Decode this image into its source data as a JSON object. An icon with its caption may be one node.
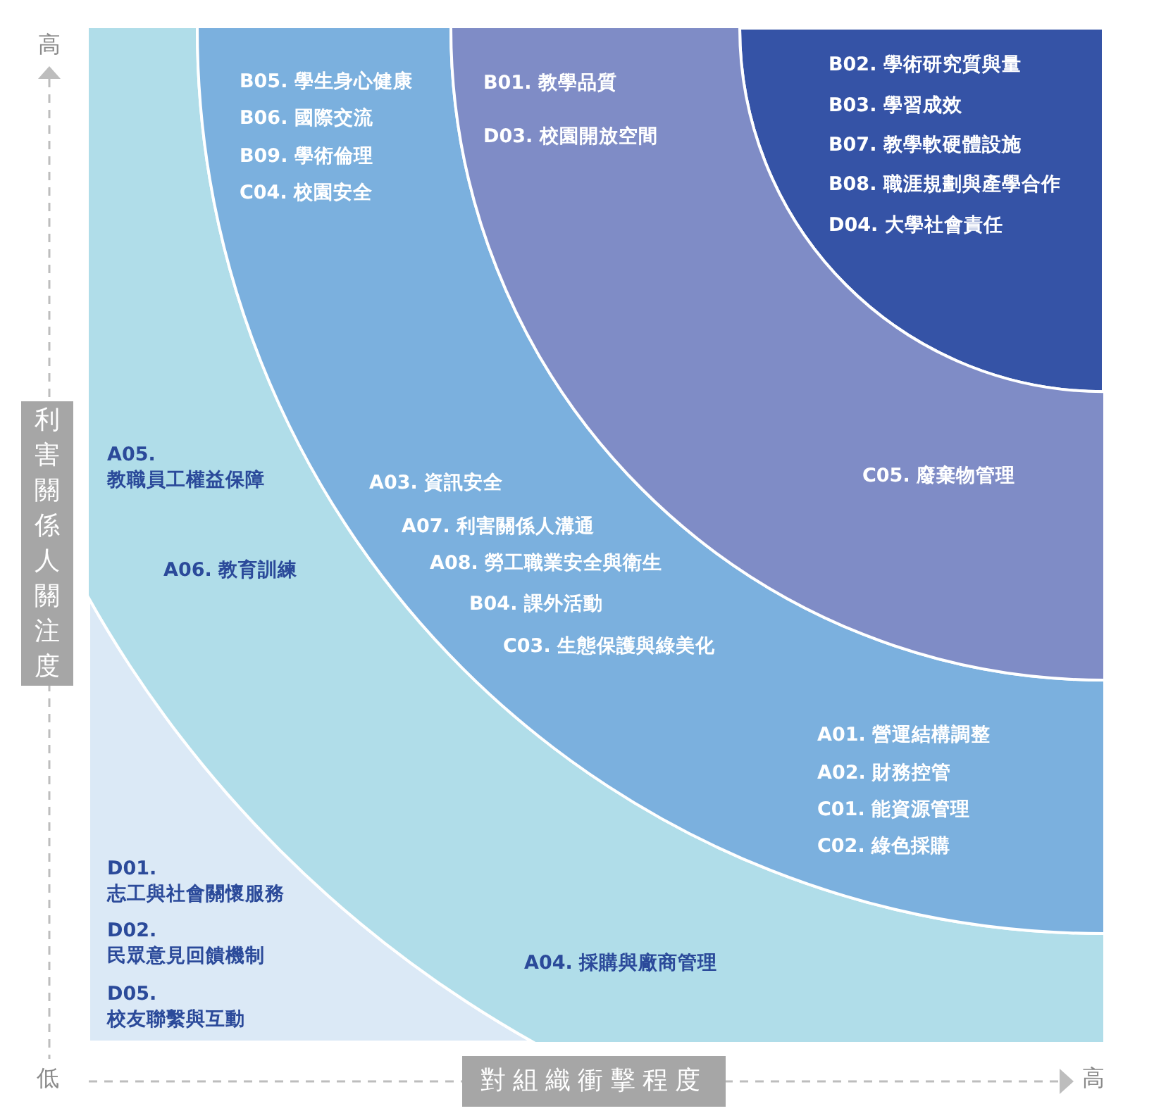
{
  "diagram": {
    "nodes": [
      {
        "text": [
          "A05. 教職員工權益保障",
          "A06. 教育訓練",
          "A04. 採購與廠商管理"
        ]
      },
      {
        "text": [
          "D01. 志工與社會關懷服務",
          "D02. 民眾意見回饋機制",
          "D05. 校友聯繫與互動"
        ]
      },
      {
        "text": [
          "B05. 學生身心健康",
          "B06. 國際交流",
          "B09. 學術倫理",
          "C04. 校園安全",
          "A03. 資訊安全",
          "A07. 利害關係人溝通",
          "A08. 勞工職業安全與衛生",
          "B04. 課外活動",
          "C03. 生態保護與綠美化",
          "A01. 營運結構調整",
          "A02. 財務控管",
          "C01. 能資源管理",
          "C02. 綠色採購"
        ]
      },
      {
        "text": [
          "B01. 教學品質",
          "D03. 校園開放空間",
          "C05. 廢棄物管理"
        ]
      },
      {
        "text": [
          "B02. 學術研究質與量",
          "B03. 學習成效",
          "B07. 教學軟硬體設施",
          "B08. 職涯規劃與產學合作",
          "D04. 大學社會責任"
        ]
      }
    ],
    "edges": [],
    "labels": [
      "高",
      "利害關係人關注度",
      "低",
      "對組織衝擊程度",
      "高"
    ]
  }
}
